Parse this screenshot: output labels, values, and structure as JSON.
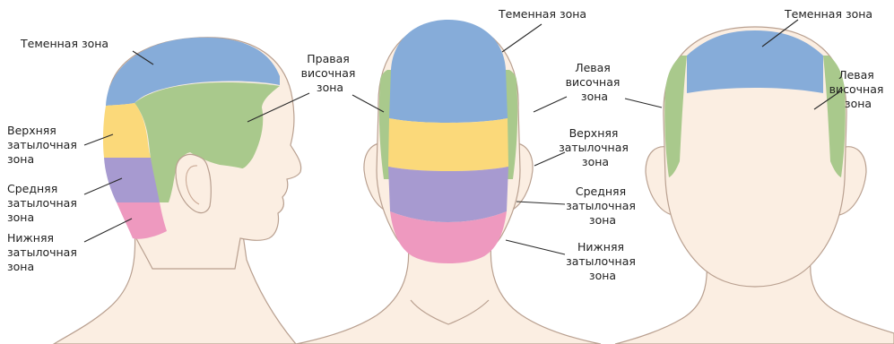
{
  "colors": {
    "parietal": "#86acd9",
    "temporal": "#a9c98c",
    "upper_occipital": "#fbd97a",
    "middle_occipital": "#a79ad0",
    "lower_occipital": "#ee99bf",
    "skin": "#fbeee2",
    "outline": "#b9a090"
  },
  "views": {
    "side": {
      "parietal": [
        "Теменная зона"
      ],
      "temporal": [
        "Правая",
        "височная",
        "зона"
      ],
      "upper_occipital": [
        "Верхняя",
        "затылочная",
        "зона"
      ],
      "middle_occipital": [
        "Средняя",
        "затылочная",
        "зона"
      ],
      "lower_occipital": [
        "Нижняя",
        "затылочная",
        "зона"
      ]
    },
    "back": {
      "parietal": [
        "Теменная зона"
      ],
      "temporal": [
        "Левая",
        "височная",
        "зона"
      ],
      "upper_occipital": [
        "Верхняя",
        "затылочная",
        "зона"
      ],
      "middle_occipital": [
        "Средняя",
        "затылочная",
        "зона"
      ],
      "lower_occipital": [
        "Нижняя",
        "затылочная",
        "зона"
      ]
    },
    "front": {
      "parietal": [
        "Теменная зона"
      ],
      "temporal": [
        "Левая",
        "височная",
        "зона"
      ]
    }
  }
}
